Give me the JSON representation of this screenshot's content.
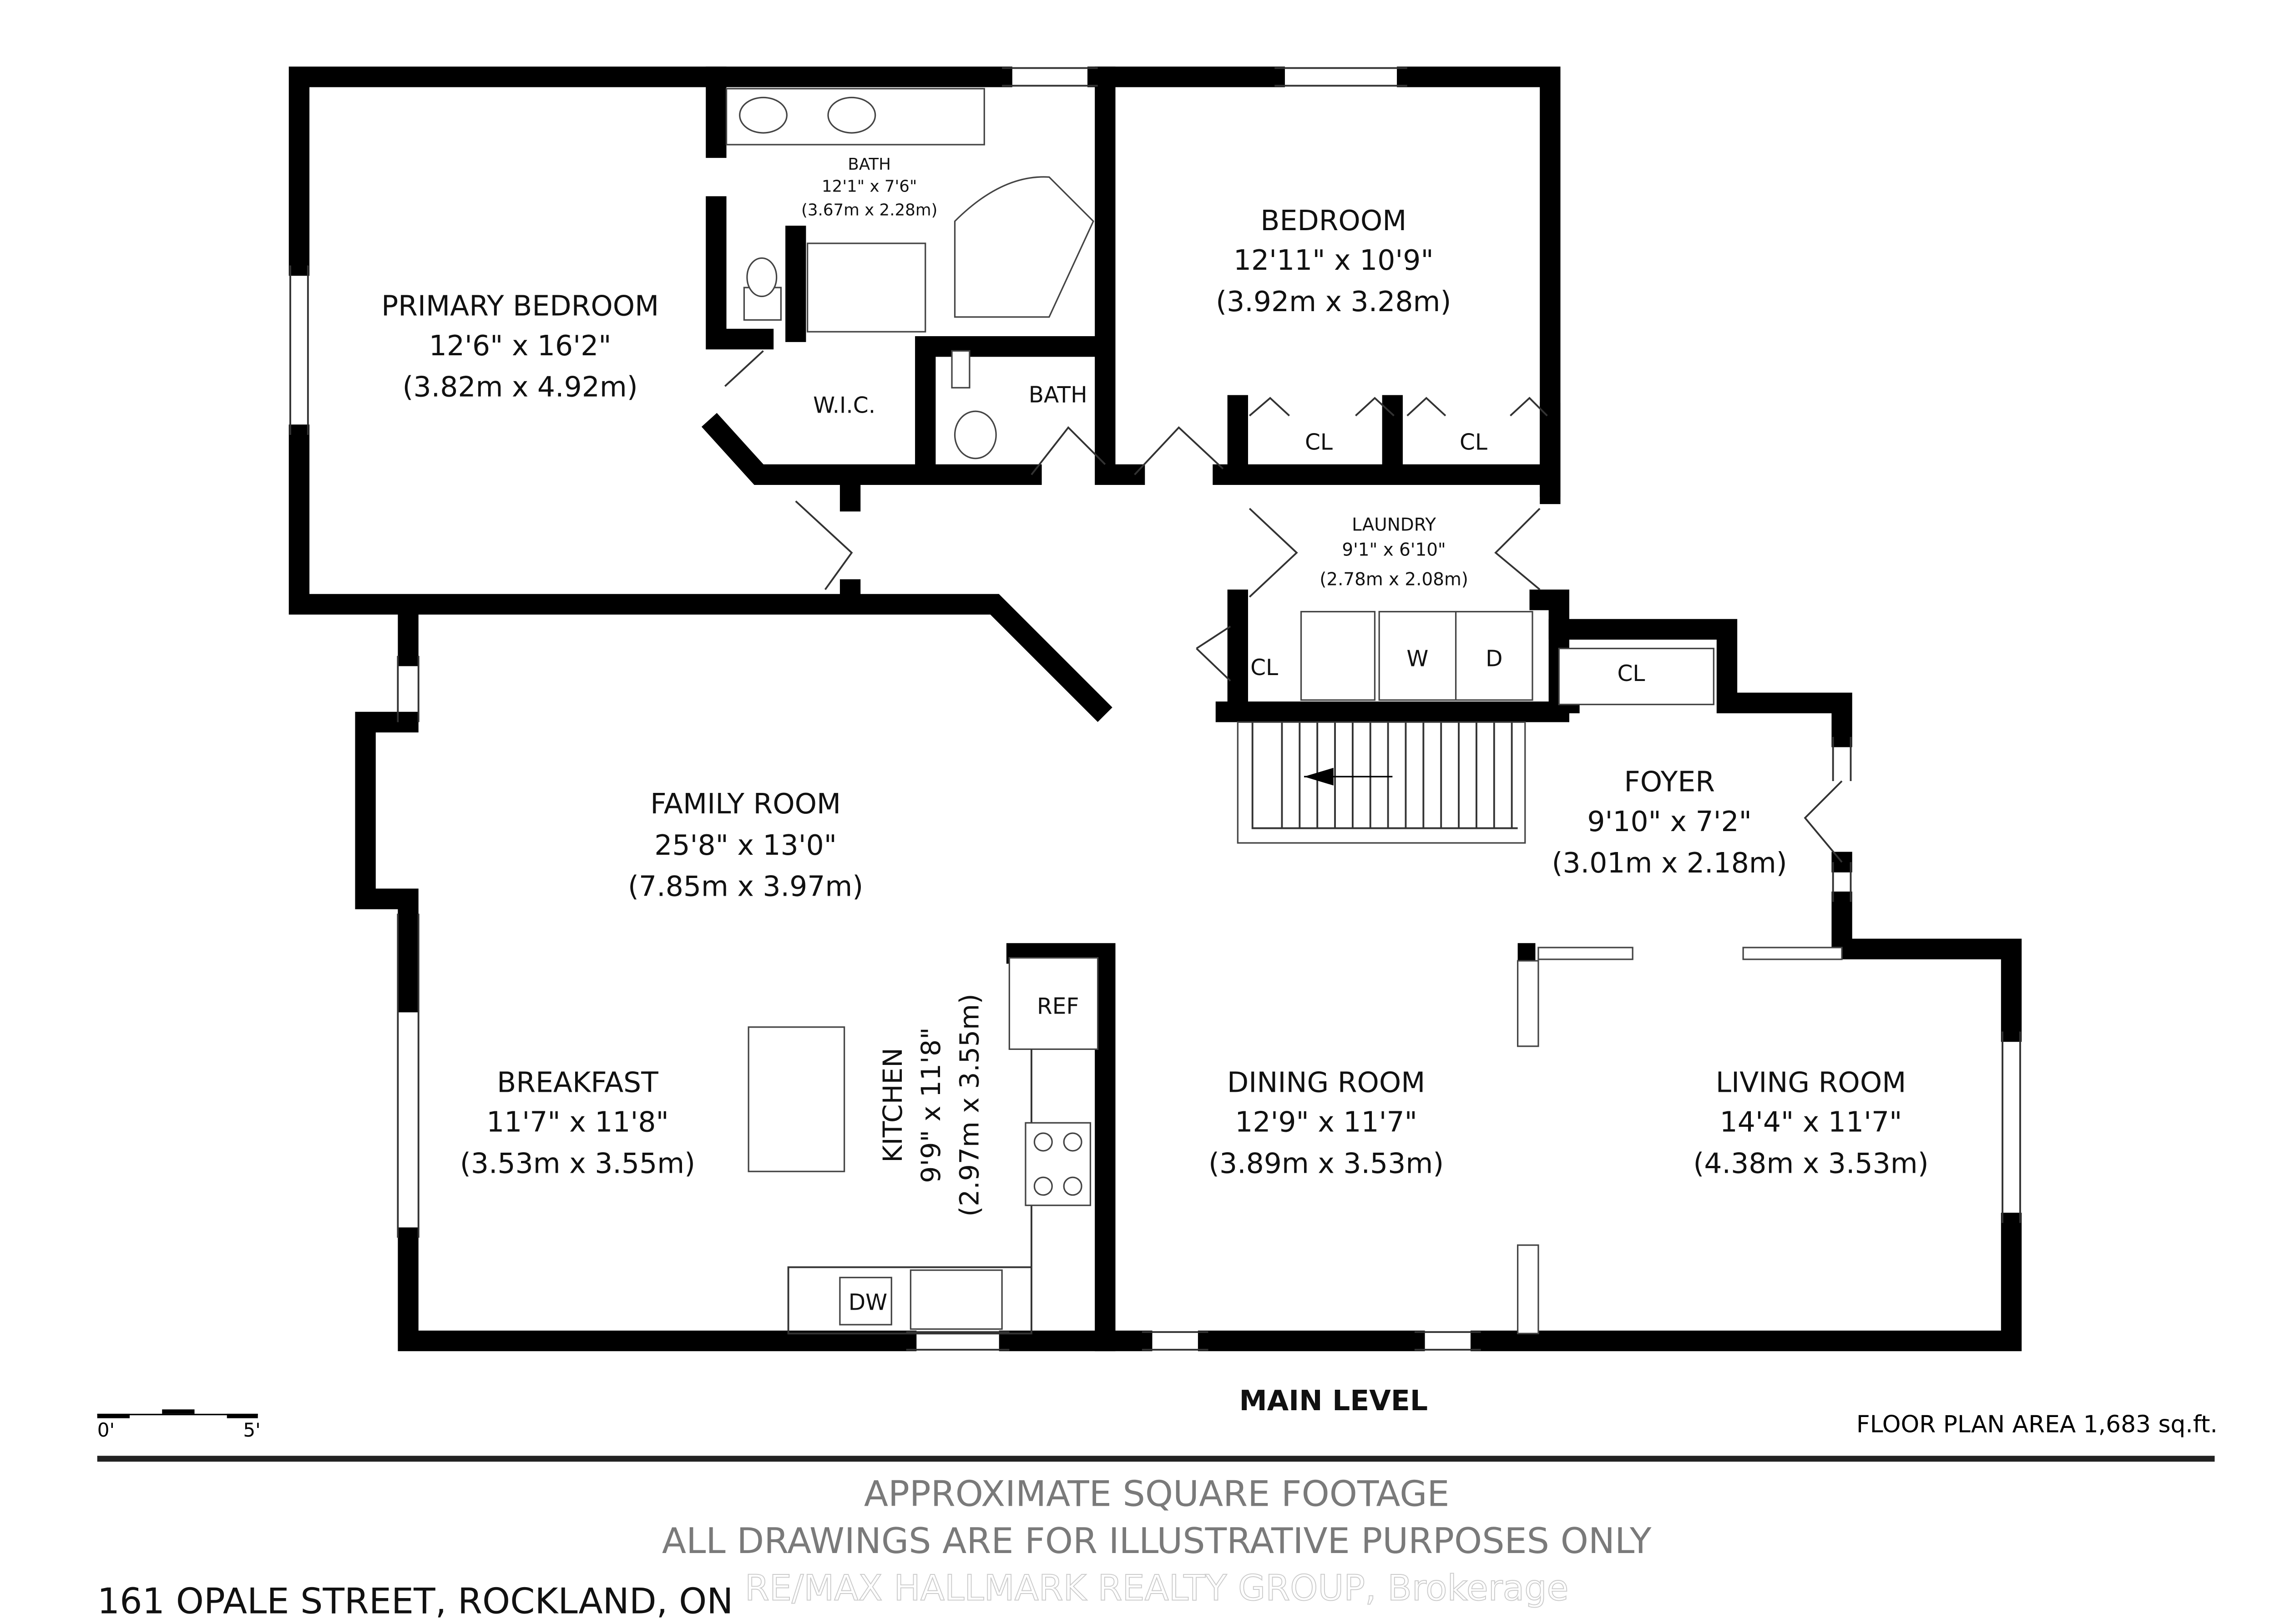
{
  "title": "MAIN LEVEL",
  "floor_plan_area": "FLOOR PLAN AREA 1,683 sq.ft.",
  "scale": {
    "start": "0'",
    "end": "5'"
  },
  "disclaimer": [
    "APPROXIMATE SQUARE FOOTAGE",
    "ALL DRAWINGS ARE FOR ILLUSTRATIVE PURPOSES ONLY"
  ],
  "address": "161 OPALE STREET, ROCKLAND, ON",
  "watermark": "RE/MAX HALLMARK REALTY GROUP, Brokerage",
  "rooms": {
    "primary_bedroom": {
      "name": "PRIMARY BEDROOM",
      "imperial": "12'6\" x 16'2\"",
      "metric": "(3.82m x 4.92m)"
    },
    "bath_ensuite": {
      "name": "BATH",
      "imperial": "12'1\" x 7'6\"",
      "metric": "(3.67m x 2.28m)"
    },
    "bedroom": {
      "name": "BEDROOM",
      "imperial": "12'11\" x 10'9\"",
      "metric": "(3.92m x 3.28m)"
    },
    "wic": {
      "name": "W.I.C."
    },
    "bath2": {
      "name": "BATH"
    },
    "cl1": {
      "name": "CL"
    },
    "cl2": {
      "name": "CL"
    },
    "cl3": {
      "name": "CL"
    },
    "cl4": {
      "name": "CL"
    },
    "laundry": {
      "name": "LAUNDRY",
      "imperial": "9'1\" x 6'10\"",
      "metric": "(2.78m x 2.08m)"
    },
    "washer": {
      "name": "W"
    },
    "dryer": {
      "name": "D"
    },
    "family_room": {
      "name": "FAMILY ROOM",
      "imperial": "25'8\" x 13'0\"",
      "metric": "(7.85m x 3.97m)"
    },
    "foyer": {
      "name": "FOYER",
      "imperial": "9'10\" x 7'2\"",
      "metric": "(3.01m x 2.18m)"
    },
    "breakfast": {
      "name": "BREAKFAST",
      "imperial": "11'7\" x 11'8\"",
      "metric": "(3.53m x 3.55m)"
    },
    "kitchen": {
      "name": "KITCHEN",
      "imperial": "9'9\" x 11'8\"",
      "metric": "(2.97m x 3.55m)"
    },
    "ref": {
      "name": "REF"
    },
    "dw": {
      "name": "DW"
    },
    "dining_room": {
      "name": "DINING ROOM",
      "imperial": "12'9\" x 11'7\"",
      "metric": "(3.89m x 3.53m)"
    },
    "living_room": {
      "name": "LIVING ROOM",
      "imperial": "14'4\" x 11'7\"",
      "metric": "(4.38m x 3.53m)"
    }
  }
}
